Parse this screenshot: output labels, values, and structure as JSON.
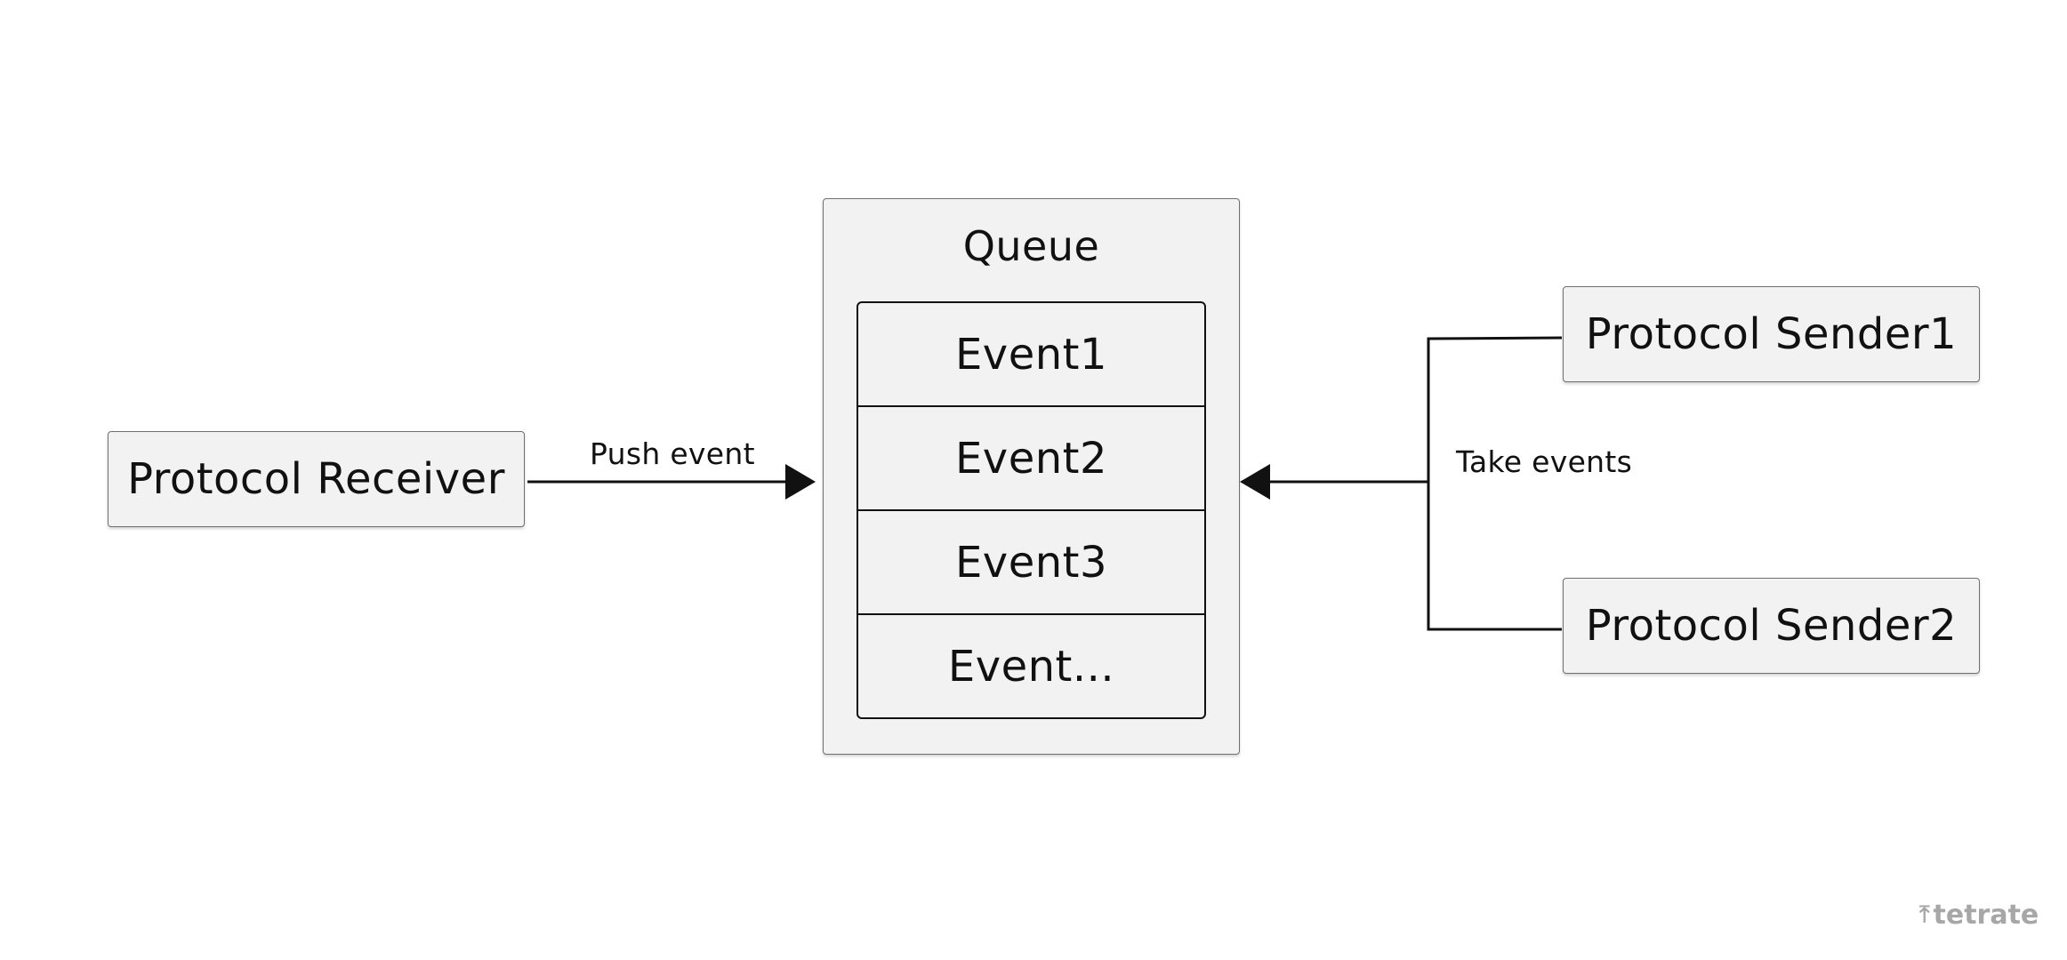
{
  "receiver": {
    "label": "Protocol Receiver"
  },
  "queue": {
    "title": "Queue",
    "events": [
      "Event1",
      "Event2",
      "Event3",
      "Event..."
    ]
  },
  "senders": [
    {
      "label": "Protocol Sender1"
    },
    {
      "label": "Protocol Sender2"
    }
  ],
  "edges": {
    "push_label": "Push event",
    "take_label": "Take events"
  },
  "logo": {
    "text": "tetrate",
    "icon": "tetrate-logo-icon"
  },
  "colors": {
    "box_fill": "#f2f2f2",
    "line": "#111111",
    "logo": "#a7a7a7"
  }
}
